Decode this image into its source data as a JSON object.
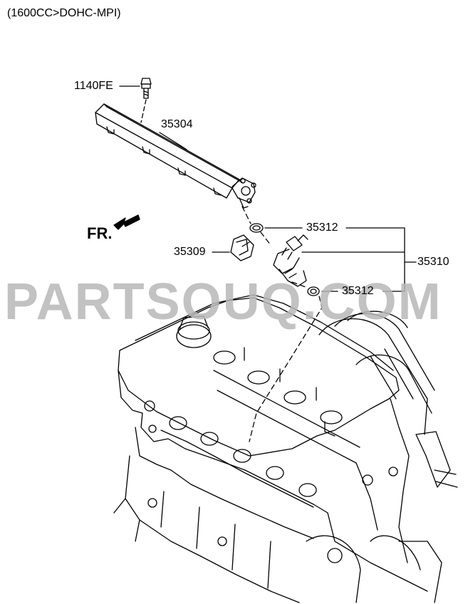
{
  "caption": "(1600CC>DOHC-MPI)",
  "watermark": "PARTSOUQ.COM",
  "direction_label": "FR.",
  "parts": [
    {
      "number": "1140FE",
      "name": "bolt"
    },
    {
      "number": "35304",
      "name": "fuel-rail"
    },
    {
      "number": "35312",
      "name": "o-ring-upper"
    },
    {
      "number": "35309",
      "name": "clip"
    },
    {
      "number": "35310",
      "name": "injector-assembly"
    },
    {
      "number": "35312",
      "name": "o-ring-lower"
    }
  ],
  "colors": {
    "line": "#000000",
    "watermark": "#b8b8b8",
    "background": "#ffffff"
  }
}
